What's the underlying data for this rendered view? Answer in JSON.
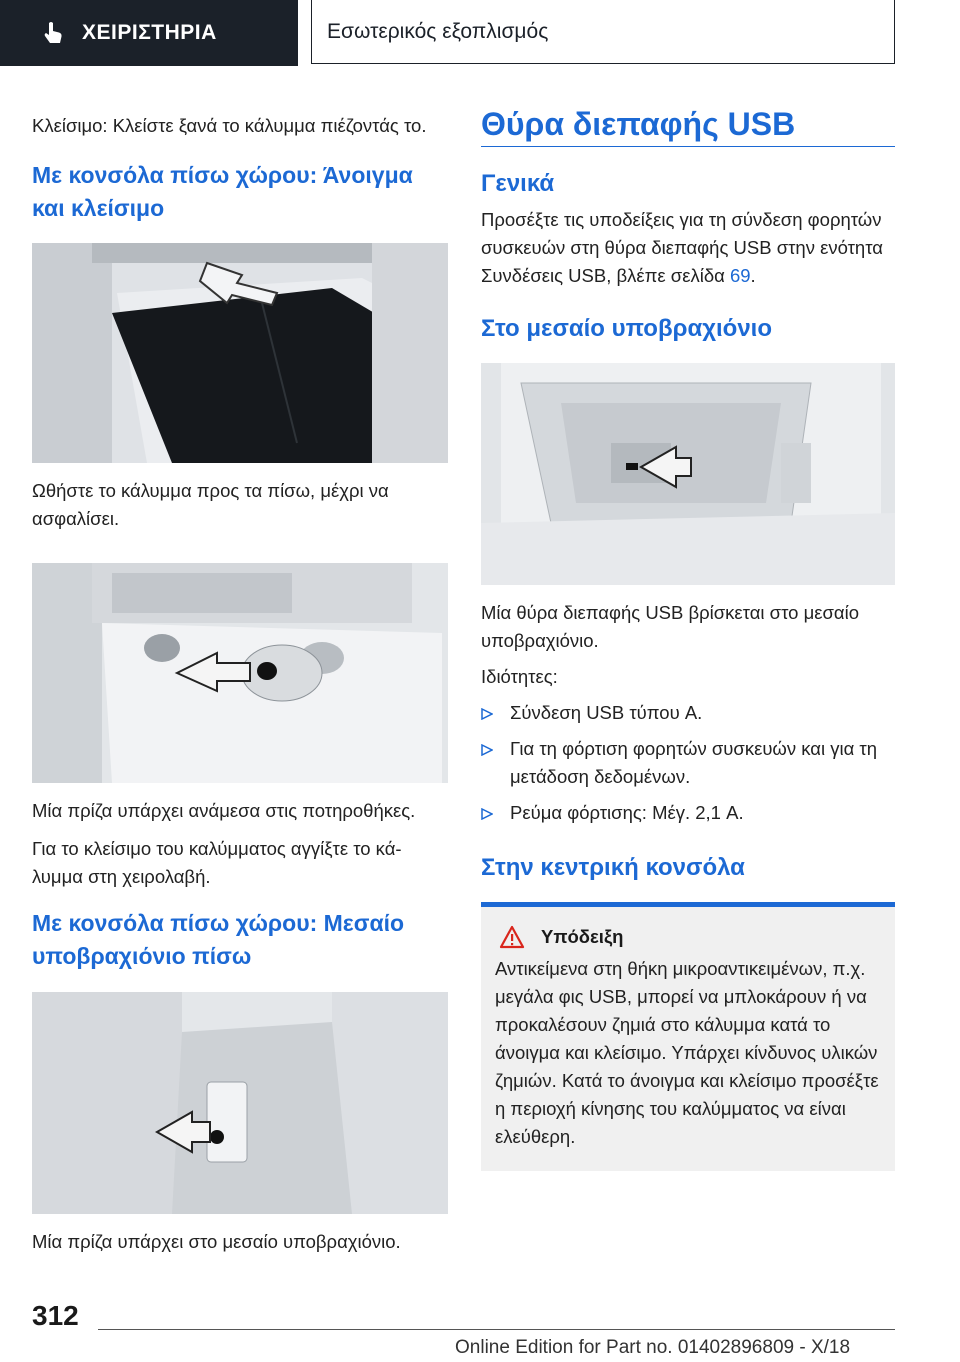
{
  "header": {
    "tab_left_label": "ΧΕΙΡΙΣΤΗΡΙΑ",
    "tab_right_label": "Εσωτερικός εξοπλισμός"
  },
  "left": {
    "intro": "Κλείσιμο: Κλείστε ξανά το κάλυμμα πιέζοντάς το.",
    "heading1": "Με κονσόλα πίσω χώρου: Άνοιγμα και κλείσιμο",
    "caption1": "Ωθήστε το κάλυμμα προς τα πίσω, μέχρι να ασφαλίσει.",
    "caption2": "Μία πρίζα υπάρχει ανάμεσα στις ποτηροθήκες.",
    "caption3": "Για το κλείσιμο του καλύμματος αγγίξτε το κά-λυμμα στη χειρολαβή.",
    "heading2": "Με κονσόλα πίσω χώρου: Μεσαίο υποβραχιόνιο πίσω",
    "caption4": "Μία πρίζα υπάρχει στο μεσαίο υποβραχιόνιο."
  },
  "right": {
    "title": "Θύρα διεπαφής USB",
    "general_heading": "Γενικά",
    "general_text": "Προσέξτε τις υποδείξεις για τη σύνδεση φορητών συσκευών στη θύρα διεπαφής USB στην ενότητα Συνδέσεις USB, βλέπε σελίδα ",
    "general_link": "69",
    "general_end": ".",
    "armrest_heading": "Στο μεσαίο υποβραχιόνιο",
    "armrest_caption": "Μία θύρα διεπαφής USB βρίσκεται στο μεσαίο υποβραχιόνιο.",
    "props_label": "Ιδιότητες:",
    "props": [
      "Σύνδεση USB τύπου A.",
      "Για τη φόρτιση φορητών συσκευών και για τη μετάδοση δεδομένων.",
      "Ρεύμα φόρτισης: Μέγ. 2,1 A."
    ],
    "console_heading": "Στην κεντρική κονσόλα",
    "note_title": "Υπόδειξη",
    "note_text": "Αντικείμενα στη θήκη μικροαντικειμένων, π.χ. μεγάλα φις USB, μπορεί να μπλοκάρουν ή να προκαλέσουν ζημιά στο κάλυμμα κατά το άνοιγμα και κλείσιμο. Υπάρχει κίνδυνος υλικών ζημιών. Κατά το άνοιγμα και κλείσιμο προσέξτε η περιοχή κίνησης του καλύμματος να είναι ελεύθερη."
  },
  "footer": {
    "page_number": "312",
    "edition": "Online Edition for Part no. 01402896809 - X/18"
  },
  "colors": {
    "accent": "#1c69d4",
    "header_dark": "#1b2129",
    "note_bg": "#f0f0f0"
  }
}
